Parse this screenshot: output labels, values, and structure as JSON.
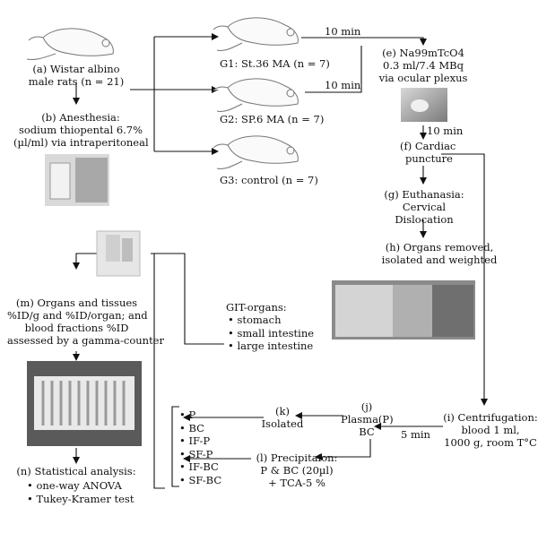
{
  "rats": {
    "line1": "(a) Wistar albino",
    "line2": "male rats (n = 21)"
  },
  "anesthesia": {
    "line1": "(b) Anesthesia:",
    "line2": "sodium thiopental 6.7%",
    "line3": "(µl/ml) via intraperitoneal"
  },
  "groups": {
    "g1": "G1: St.36 MA (n = 7)",
    "g2": "G2: SP.6 MA (n = 7)",
    "g3": "G3: control (n = 7)"
  },
  "timings": {
    "t1": "10 min",
    "t2": "10 min",
    "t3": "10 min",
    "t4": "5 min"
  },
  "tracer": {
    "line1": "(e) Na99mTcO4",
    "line2": "0.3 ml/7.4 MBq",
    "line3": "via ocular plexus"
  },
  "cardiac": {
    "line1": "(f) Cardiac",
    "line2": "puncture"
  },
  "euthanasia": {
    "line1": "(g) Euthanasia:",
    "line2": "Cervical",
    "line3": "Dislocation"
  },
  "organs_removed": {
    "line1": "(h) Organs removed,",
    "line2": "isolated and weighted"
  },
  "git": {
    "title": "GIT-organs:",
    "items": [
      "stomach",
      "small intestine",
      "large intestine"
    ]
  },
  "organs_tissues": {
    "line1": "(m) Organs and tissues",
    "line2": "%ID/g and %ID/organ; and",
    "line3": "blood fractions %ID",
    "line4": "assessed by a gamma-counter"
  },
  "centrifugation": {
    "line1": "(i) Centrifugation:",
    "line2": "blood 1 ml,",
    "line3": "1000 g, room T°C"
  },
  "plasma": {
    "line1": "(j)",
    "line2": "Plasma(P)",
    "line3": "BC"
  },
  "isolated": {
    "line1": "(k)",
    "line2": "Isolated"
  },
  "precipitation": {
    "line1": "(l) Precipitaion:",
    "line2": "P & BC (20µl)",
    "line3": "+ TCA-5 %"
  },
  "fractions": [
    "P",
    "BC",
    "IF-P",
    "SF-P",
    "IF-BC",
    "SF-BC"
  ],
  "stats": {
    "title": "(n) Statistical analysis:",
    "items": [
      "one-way ANOVA",
      "Tukey-Kramer test"
    ]
  }
}
